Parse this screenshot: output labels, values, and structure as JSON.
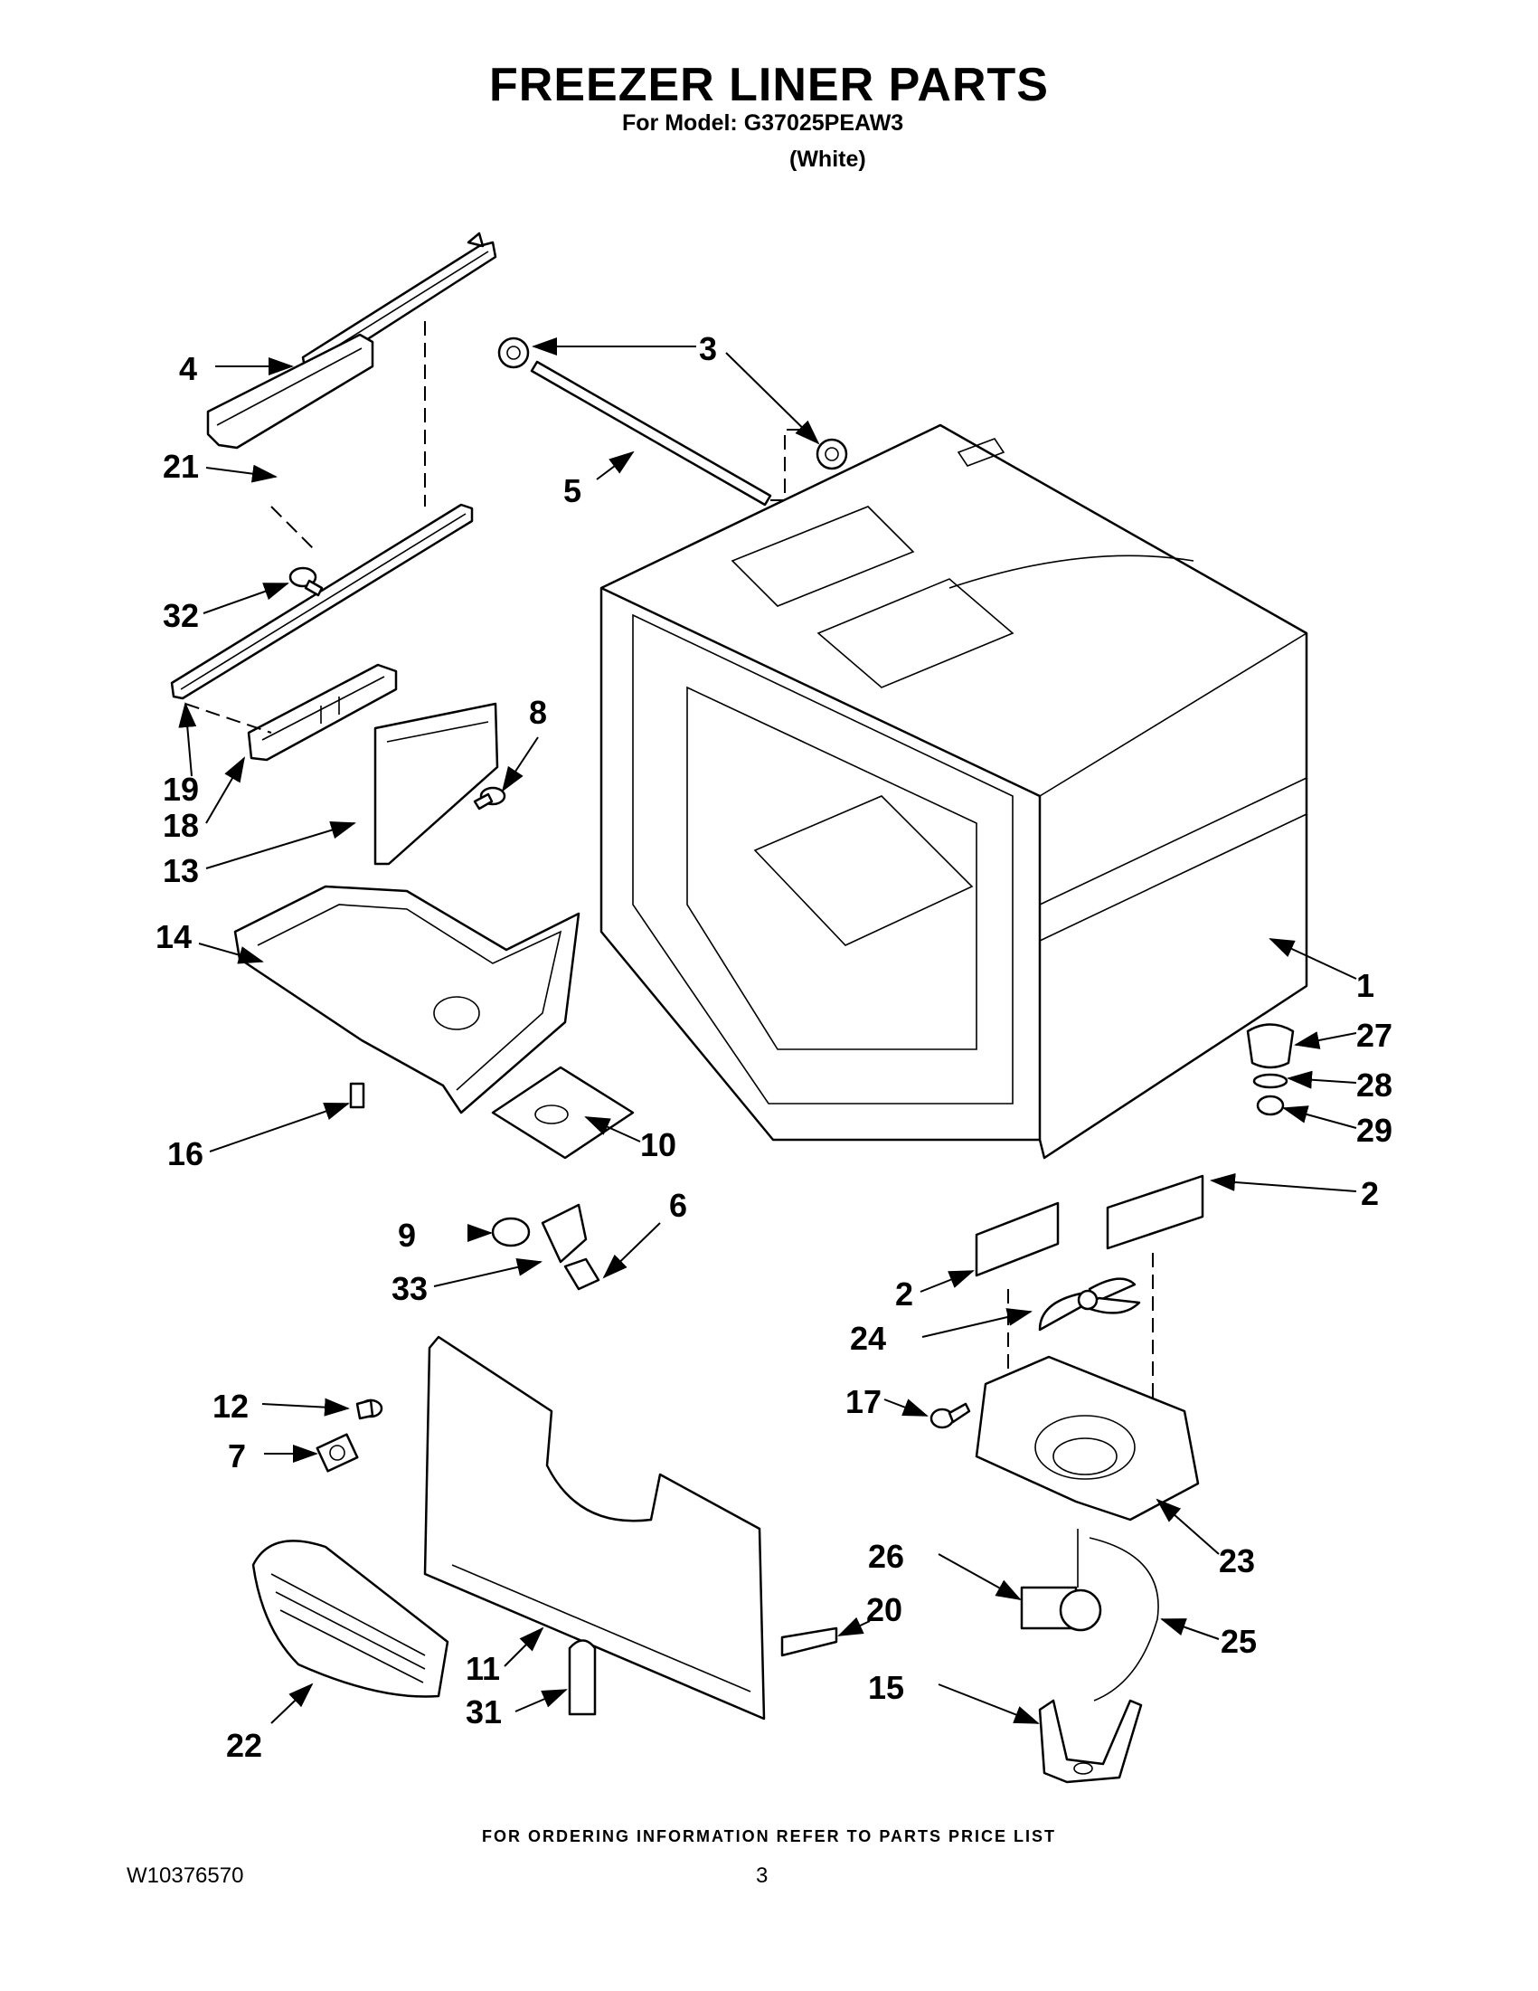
{
  "header": {
    "title": "FREEZER LINER PARTS",
    "model_line": "For Model: G37025PEAW3",
    "color_line": "(White)"
  },
  "footer": {
    "ordering_note": "FOR ORDERING INFORMATION REFER TO PARTS PRICE LIST",
    "document_id": "W10376570",
    "page_number": "3"
  },
  "callouts": [
    {
      "id": "c1",
      "text": "1"
    },
    {
      "id": "c2a",
      "text": "2"
    },
    {
      "id": "c2b",
      "text": "2"
    },
    {
      "id": "c3",
      "text": "3"
    },
    {
      "id": "c4",
      "text": "4"
    },
    {
      "id": "c5",
      "text": "5"
    },
    {
      "id": "c6",
      "text": "6"
    },
    {
      "id": "c7",
      "text": "7"
    },
    {
      "id": "c8",
      "text": "8"
    },
    {
      "id": "c9",
      "text": "9"
    },
    {
      "id": "c10",
      "text": "10"
    },
    {
      "id": "c11",
      "text": "11"
    },
    {
      "id": "c12",
      "text": "12"
    },
    {
      "id": "c13",
      "text": "13"
    },
    {
      "id": "c14",
      "text": "14"
    },
    {
      "id": "c15",
      "text": "15"
    },
    {
      "id": "c16",
      "text": "16"
    },
    {
      "id": "c17",
      "text": "17"
    },
    {
      "id": "c18",
      "text": "18"
    },
    {
      "id": "c19",
      "text": "19"
    },
    {
      "id": "c20",
      "text": "20"
    },
    {
      "id": "c21",
      "text": "21"
    },
    {
      "id": "c22",
      "text": "22"
    },
    {
      "id": "c23",
      "text": "23"
    },
    {
      "id": "c24",
      "text": "24"
    },
    {
      "id": "c25",
      "text": "25"
    },
    {
      "id": "c26",
      "text": "26"
    },
    {
      "id": "c27",
      "text": "27"
    },
    {
      "id": "c28",
      "text": "28"
    },
    {
      "id": "c29",
      "text": "29"
    },
    {
      "id": "c31",
      "text": "31"
    },
    {
      "id": "c32",
      "text": "32"
    },
    {
      "id": "c33",
      "text": "33"
    }
  ]
}
